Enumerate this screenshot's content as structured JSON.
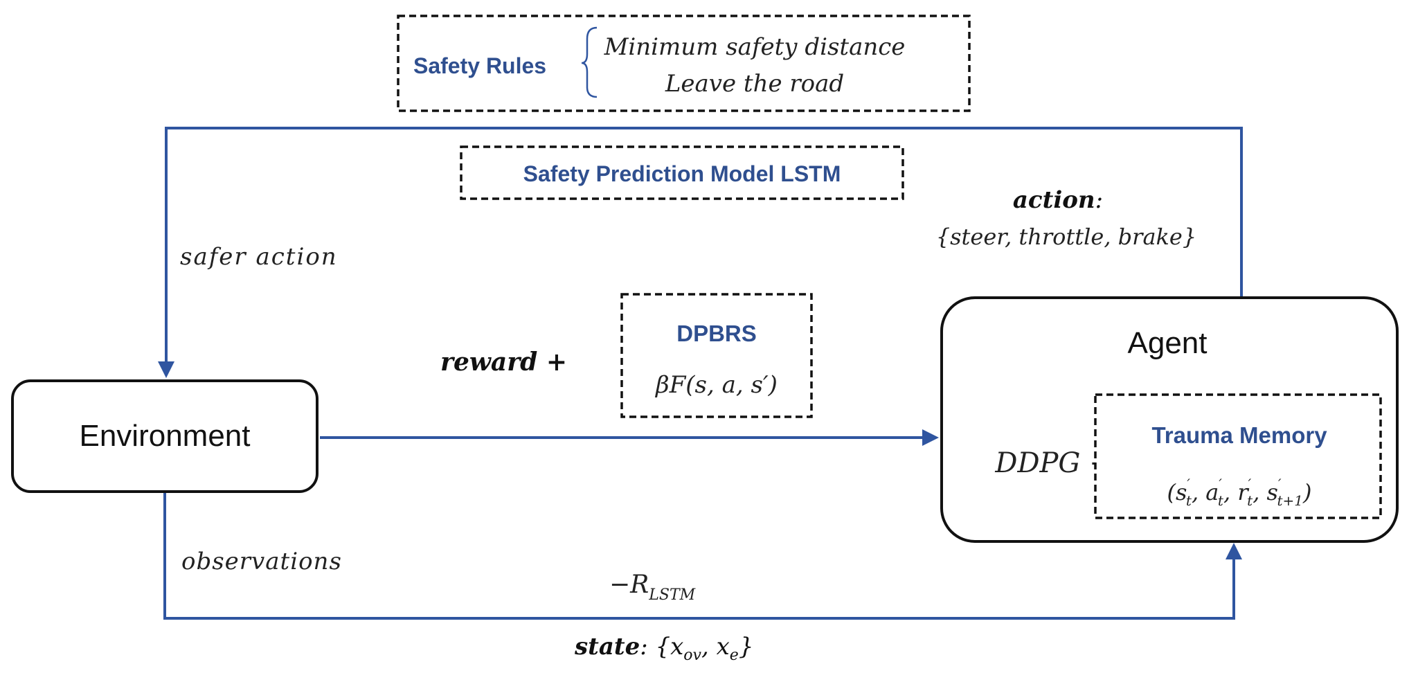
{
  "safety_rules": {
    "label": "Safety Rules",
    "items": [
      "Minimum safety distance",
      "Leave the road"
    ]
  },
  "safety_prediction_model": "Safety Prediction Model LSTM",
  "safer_action": "safer action",
  "action": {
    "label": "action",
    "colon": ":",
    "values": "{steer, throttle, brake}"
  },
  "dpbrs": {
    "title": "DPBRS",
    "formula": "βF(s, a, s′)"
  },
  "reward_label": "reward +",
  "environment_label": "Environment",
  "agent": {
    "title": "Agent",
    "ddpg_label": "DDPG +",
    "trauma_memory": {
      "title": "Trauma Memory",
      "open_paren": "(",
      "s": "s",
      "a": "a",
      "r": "r",
      "s_next": "s",
      "prime": "′",
      "sub_t": "t",
      "sub_t1": "t+1",
      "comma": ", ",
      "close_paren": ")"
    }
  },
  "observations": "observations",
  "neg_r_lstm": {
    "main": "−R",
    "sub": "LSTM"
  },
  "state": {
    "label": "state",
    "open": ": {x",
    "sub1": "ov",
    "mid": ", x",
    "sub2": "e",
    "close": "}"
  }
}
